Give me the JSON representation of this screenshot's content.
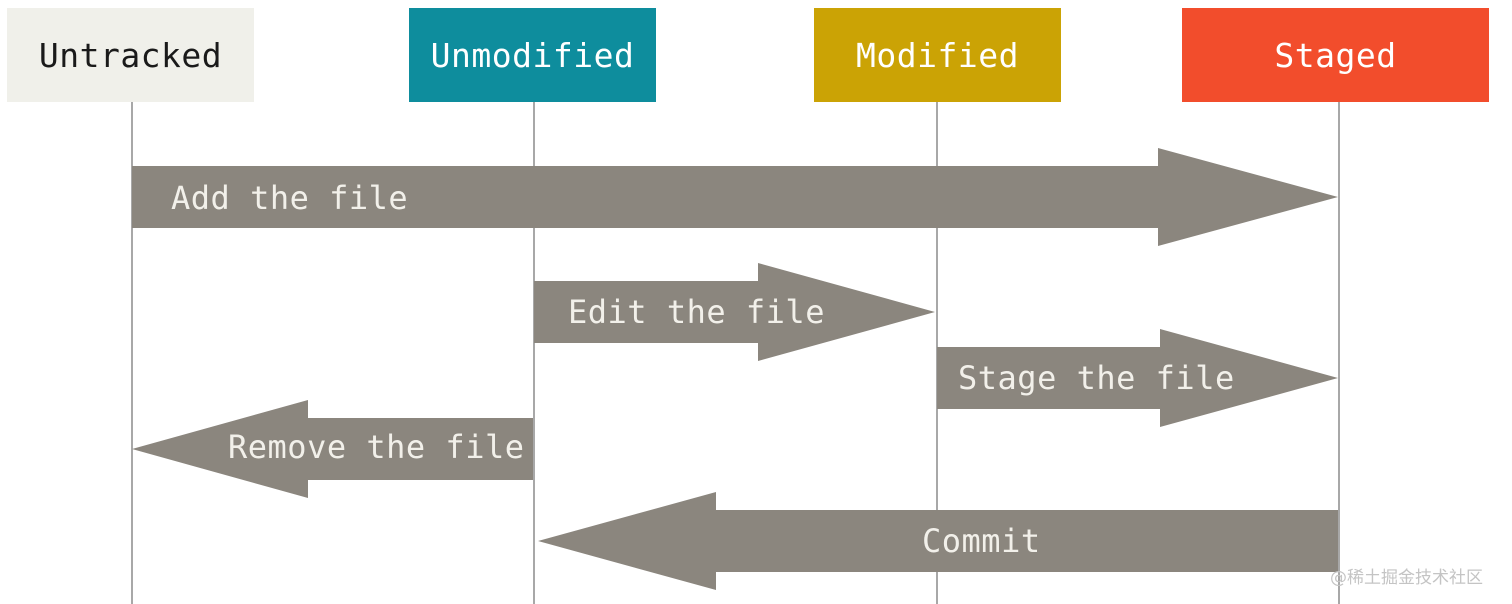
{
  "states": [
    {
      "id": "untracked",
      "label": "Untracked",
      "bg": "#f0f0ea",
      "color": "#1a1a1a"
    },
    {
      "id": "unmodified",
      "label": "Unmodified",
      "bg": "#0e8d9d",
      "color": "#ffffff"
    },
    {
      "id": "modified",
      "label": "Modified",
      "bg": "#cba305",
      "color": "#ffffff"
    },
    {
      "id": "staged",
      "label": "Staged",
      "bg": "#f24d2c",
      "color": "#ffffff"
    }
  ],
  "transitions": [
    {
      "id": "add",
      "label": "Add the file",
      "from": "Untracked",
      "to": "Staged"
    },
    {
      "id": "edit",
      "label": "Edit the file",
      "from": "Unmodified",
      "to": "Modified"
    },
    {
      "id": "stage",
      "label": "Stage the file",
      "from": "Modified",
      "to": "Staged"
    },
    {
      "id": "remove",
      "label": "Remove the file",
      "from": "Unmodified",
      "to": "Untracked"
    },
    {
      "id": "commit",
      "label": "Commit",
      "from": "Staged",
      "to": "Unmodified"
    }
  ],
  "colors": {
    "arrow": "#8b867e",
    "arrow_text": "#f2f0ea",
    "lifeline": "#a8a8a8"
  },
  "watermark": "@稀土掘金技术社区"
}
